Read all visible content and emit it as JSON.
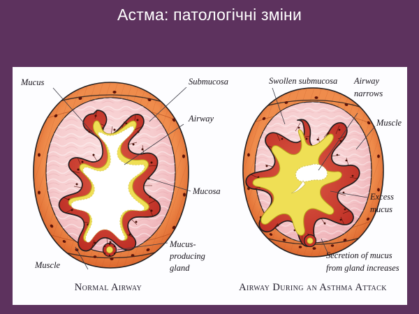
{
  "slide": {
    "title": "Астма: патологічні зміни",
    "background_color": "#5d325e",
    "panel_background": "#fdfdff"
  },
  "figure": {
    "palette": {
      "muscle_orange": "#e0622a",
      "muscle_orange_light": "#ef8a4a",
      "submucosa_pink": "#f6cbcd",
      "submucosa_pink_deep": "#eeadb3",
      "mucosa_red": "#c8332a",
      "mucosa_red_light": "#dd5242",
      "mucus_yellow": "#efdf55",
      "lumen_white": "#ffffff",
      "outline": "#231f20",
      "leader_line": "#3b3b45"
    },
    "panels": [
      {
        "id": "normal-airway",
        "caption": "Normal Airway",
        "labels": [
          {
            "id": "mucus",
            "lines": [
              "Mucus"
            ],
            "anchor": "start"
          },
          {
            "id": "submucosa",
            "lines": [
              "Submucosa"
            ],
            "anchor": "start"
          },
          {
            "id": "airway",
            "lines": [
              "Airway"
            ],
            "anchor": "start"
          },
          {
            "id": "mucosa",
            "lines": [
              "Mucosa"
            ],
            "anchor": "start"
          },
          {
            "id": "mucus-producing-gland",
            "lines": [
              "Mucus-",
              "producing",
              "gland"
            ],
            "anchor": "start"
          },
          {
            "id": "muscle",
            "lines": [
              "Muscle"
            ],
            "anchor": "start"
          }
        ]
      },
      {
        "id": "asthma-airway",
        "caption": "Airway During an Asthma Attack",
        "labels": [
          {
            "id": "swollen-submucosa",
            "lines": [
              "Swollen submucosa"
            ],
            "anchor": "start"
          },
          {
            "id": "airway-narrows",
            "lines": [
              "Airway",
              "narrows"
            ],
            "anchor": "start"
          },
          {
            "id": "muscle",
            "lines": [
              "Muscle"
            ],
            "anchor": "start"
          },
          {
            "id": "excess-mucus",
            "lines": [
              "Excess",
              "mucus"
            ],
            "anchor": "start"
          },
          {
            "id": "secretion-increases",
            "lines": [
              "Secretion of mucus",
              "from gland increases"
            ],
            "anchor": "start"
          }
        ]
      }
    ]
  },
  "label_text": {
    "mucus": "Mucus",
    "submucosa": "Submucosa",
    "airway": "Airway",
    "mucosa": "Mucosa",
    "gland_l1": "Mucus-",
    "gland_l2": "producing",
    "gland_l3": "gland",
    "muscle_left": "Muscle",
    "caption_left": "Normal Airway",
    "swollen_submucosa": "Swollen submucosa",
    "airway_narrows_l1": "Airway",
    "airway_narrows_l2": "narrows",
    "muscle_right": "Muscle",
    "excess_l1": "Excess",
    "excess_l2": "mucus",
    "secretion_l1": "Secretion of mucus",
    "secretion_l2": "from gland increases",
    "caption_right": "Airway During an Asthma Attack"
  }
}
